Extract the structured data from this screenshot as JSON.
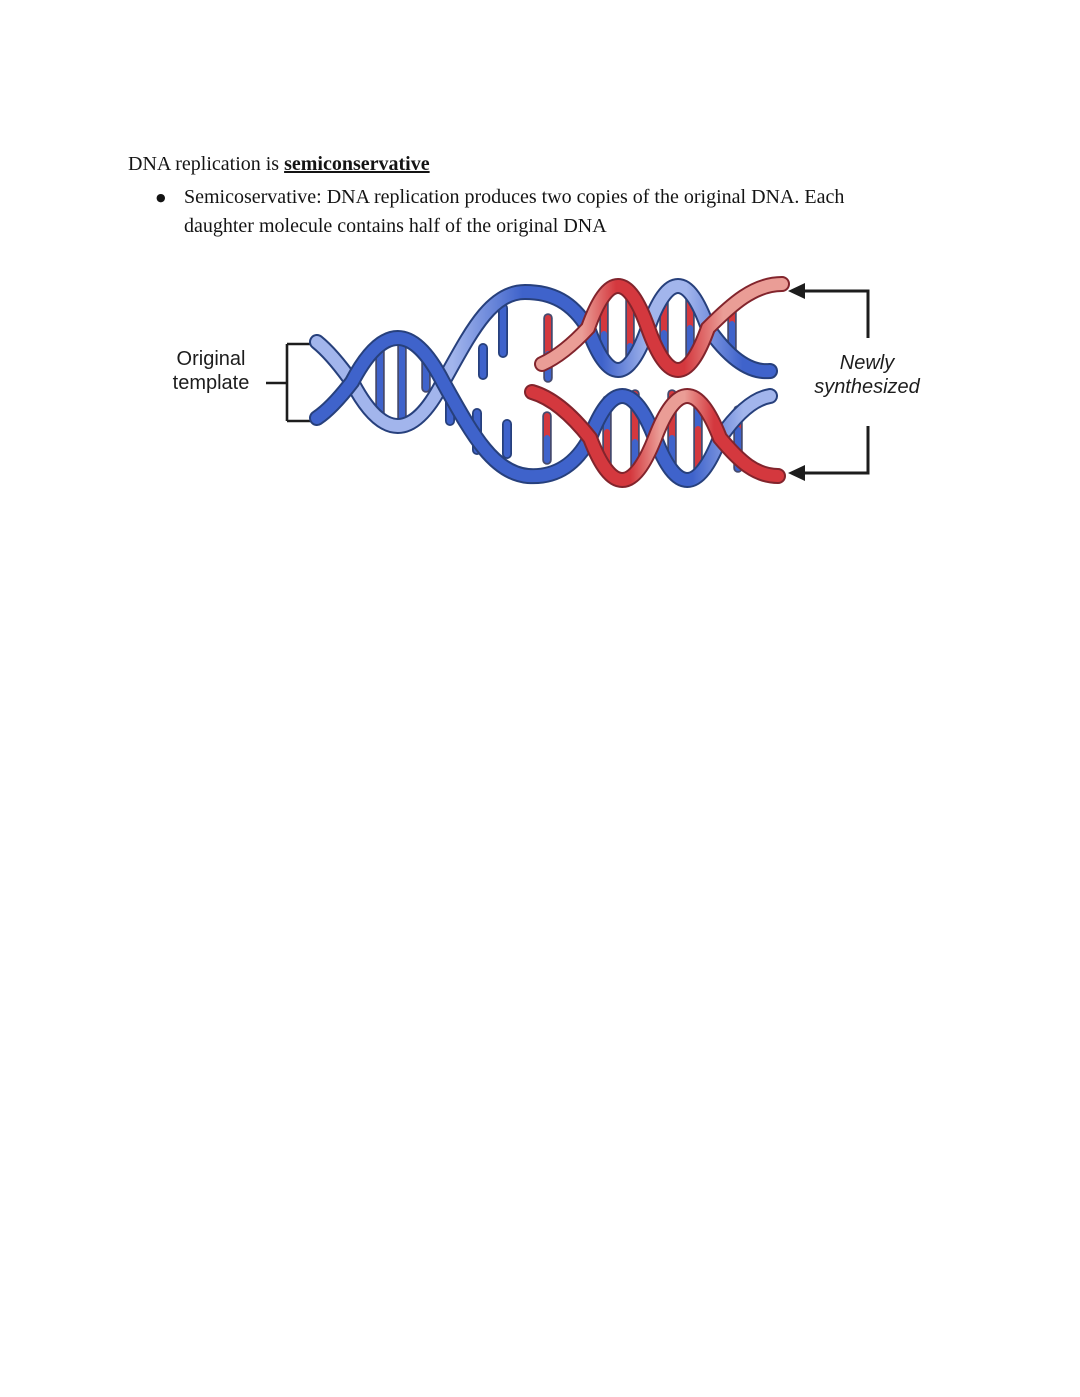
{
  "document": {
    "heading": {
      "prefix": "DNA replication is ",
      "emphasis": "semiconservative"
    },
    "bullet": {
      "line1": "Semicoservative: DNA replication produces two copies of the original DNA. Each",
      "line2": "daughter molecule contains half of the original DNA"
    }
  },
  "figure": {
    "left_label": "Original template",
    "right_label": "Newly synthesized"
  },
  "colors": {
    "blue": "#3f63cb",
    "blue_light": "#a2b5ec",
    "blue_dark": "#27407c",
    "red": "#d4383e",
    "red_light": "#ea9d96",
    "red_dark": "#82242c",
    "ink": "#1d1d1d",
    "text": "#141414",
    "paper": "#ffffff"
  }
}
